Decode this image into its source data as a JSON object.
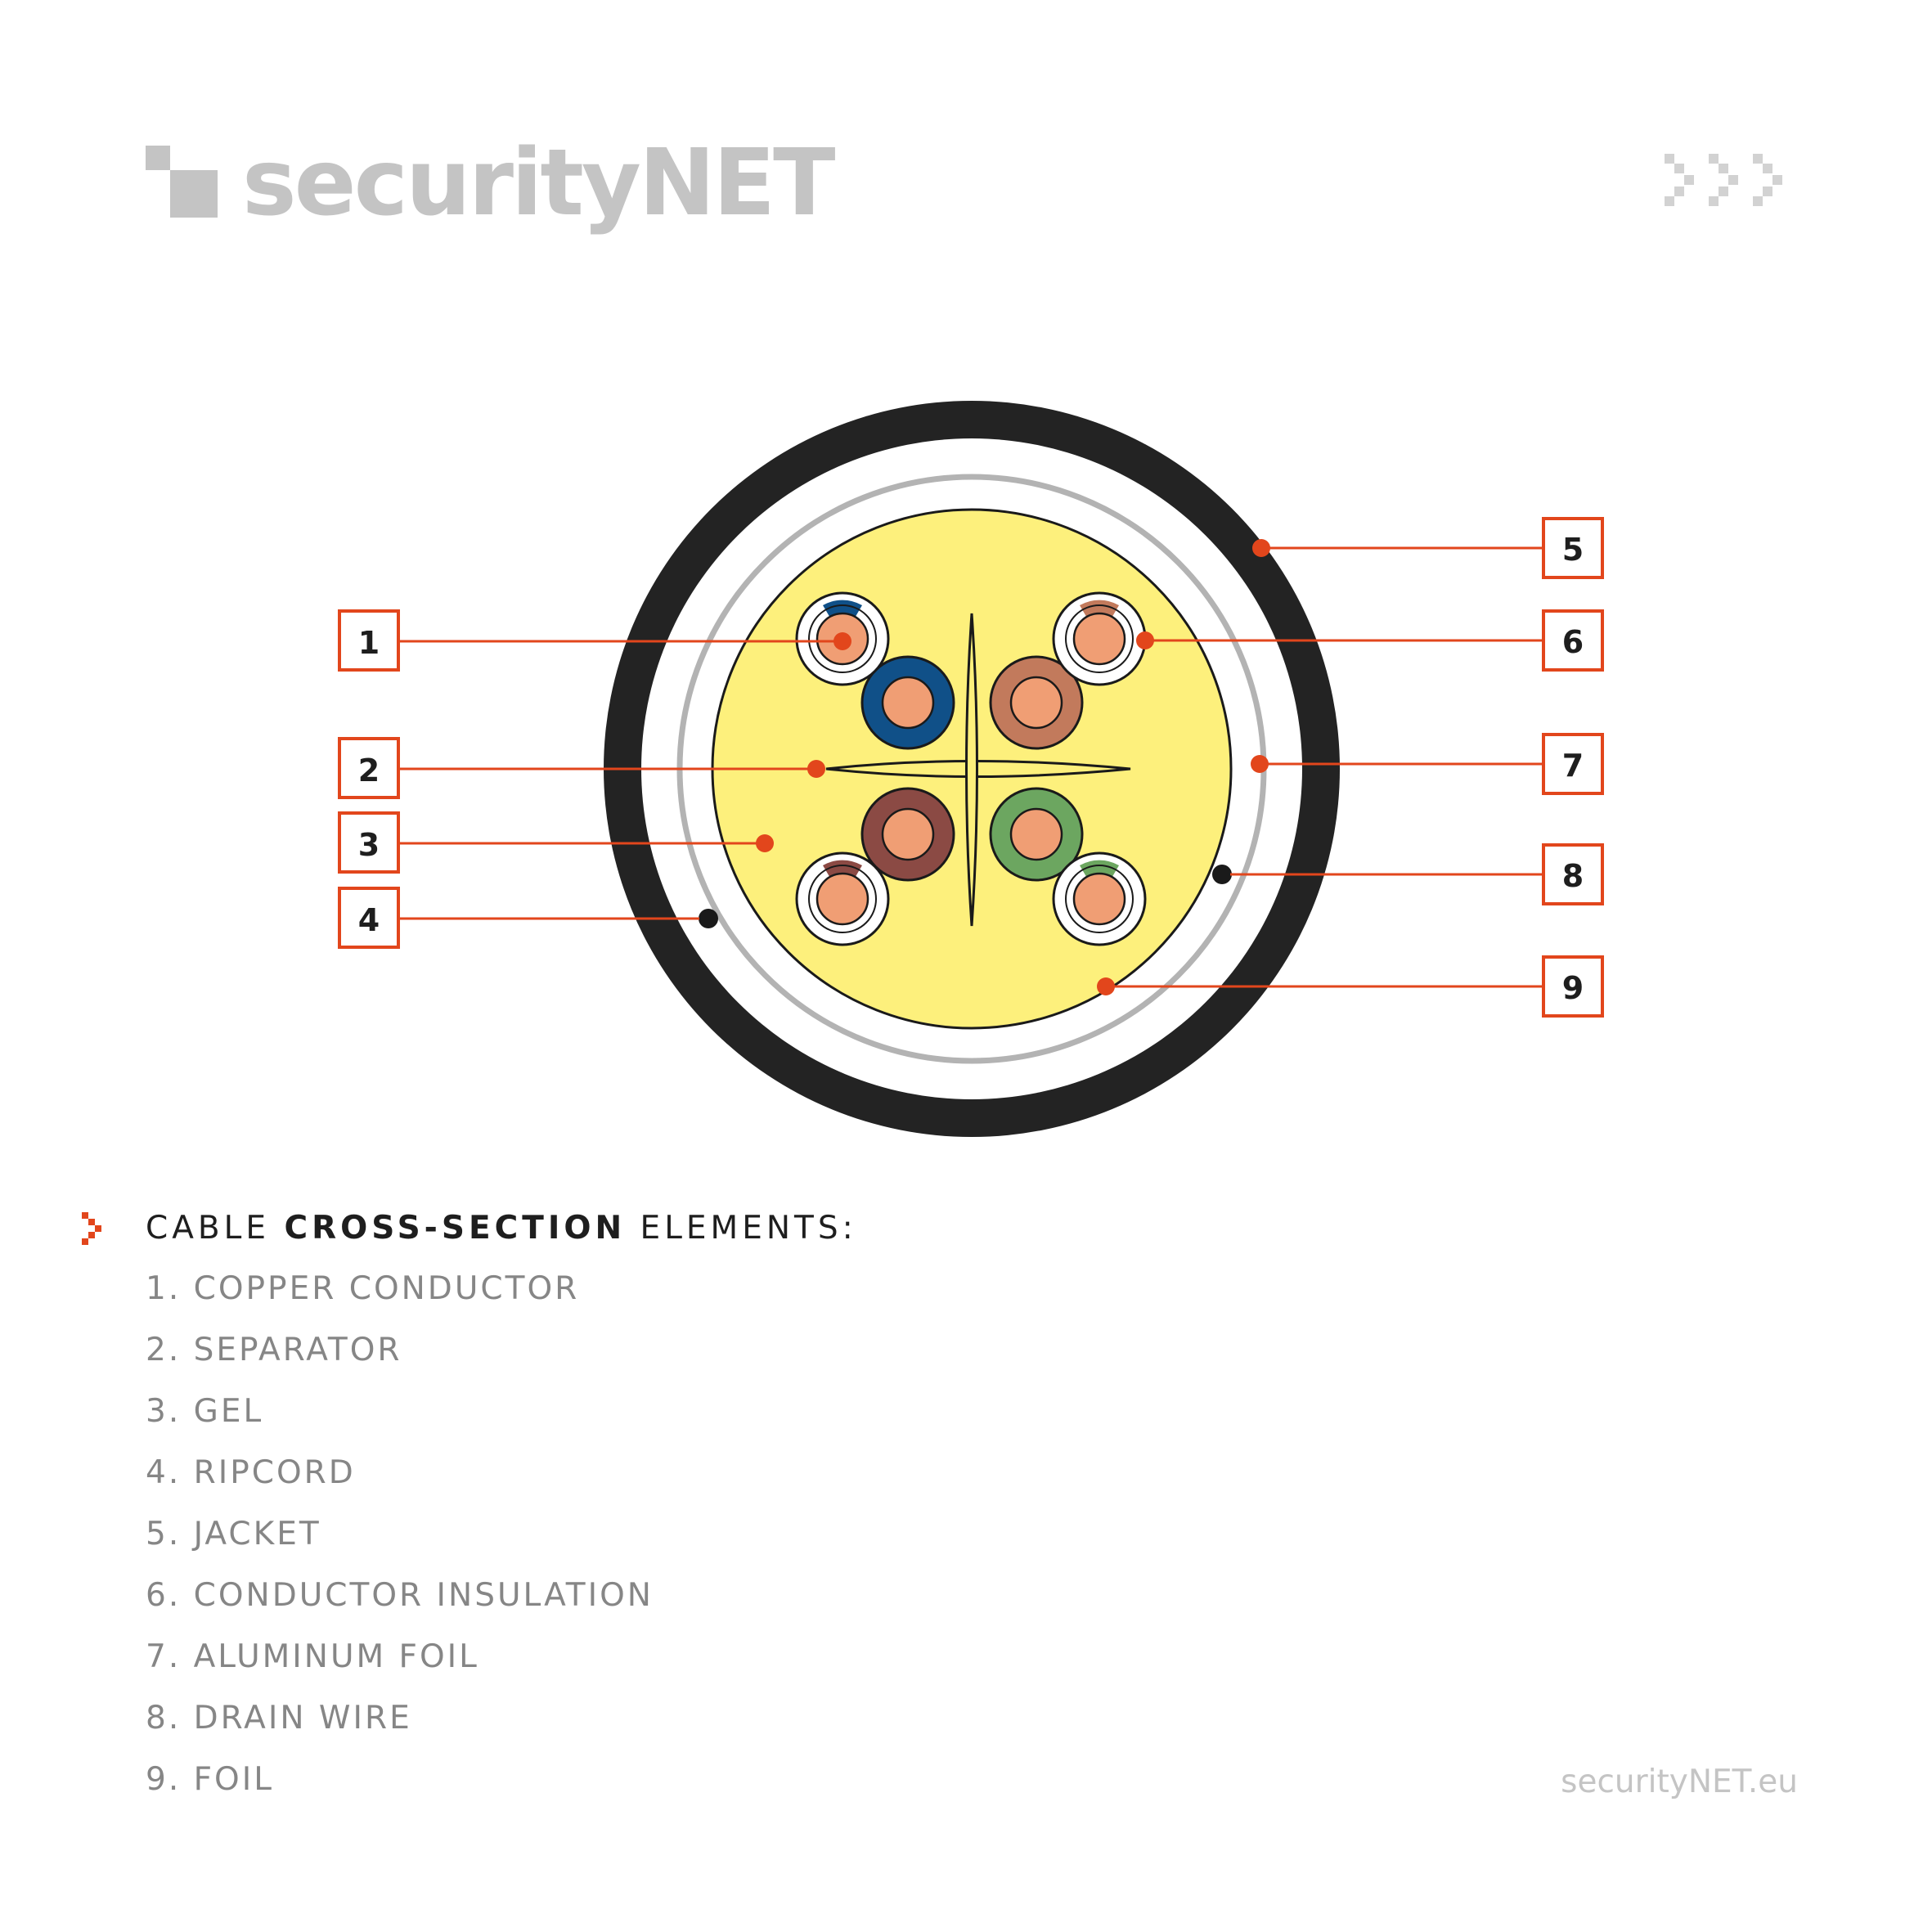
{
  "header": {
    "brand_name": "securityNET"
  },
  "diagram": {
    "callouts": [
      {
        "number": "1",
        "target": "copper-conductor"
      },
      {
        "number": "2",
        "target": "separator"
      },
      {
        "number": "3",
        "target": "gel"
      },
      {
        "number": "4",
        "target": "ripcord"
      },
      {
        "number": "5",
        "target": "jacket"
      },
      {
        "number": "6",
        "target": "conductor-insulation"
      },
      {
        "number": "7",
        "target": "aluminum-foil"
      },
      {
        "number": "8",
        "target": "drain-wire"
      },
      {
        "number": "9",
        "target": "foil"
      }
    ],
    "colors": {
      "jacket": "#232323",
      "foil_ring": "#b3b3b3",
      "gel": "#fdf07c",
      "copper": "#f09e74",
      "accent": "#e2461c",
      "pair_blue": "#105088",
      "pair_orange": "#c27a5c",
      "pair_brown": "#8b4a44",
      "pair_green": "#6ca660"
    }
  },
  "legend": {
    "title_parts": [
      "CABLE",
      "CROSS-SECTION",
      "ELEMENTS:"
    ],
    "items": [
      "1. COPPER CONDUCTOR",
      "2. SEPARATOR",
      "3. GEL",
      "4. RIPCORD",
      "5. JACKET",
      "6. CONDUCTOR INSULATION",
      "7. ALUMINUM FOIL",
      "8. DRAIN WIRE",
      "9. FOIL"
    ]
  },
  "footer": {
    "url": "securityNET.eu"
  }
}
